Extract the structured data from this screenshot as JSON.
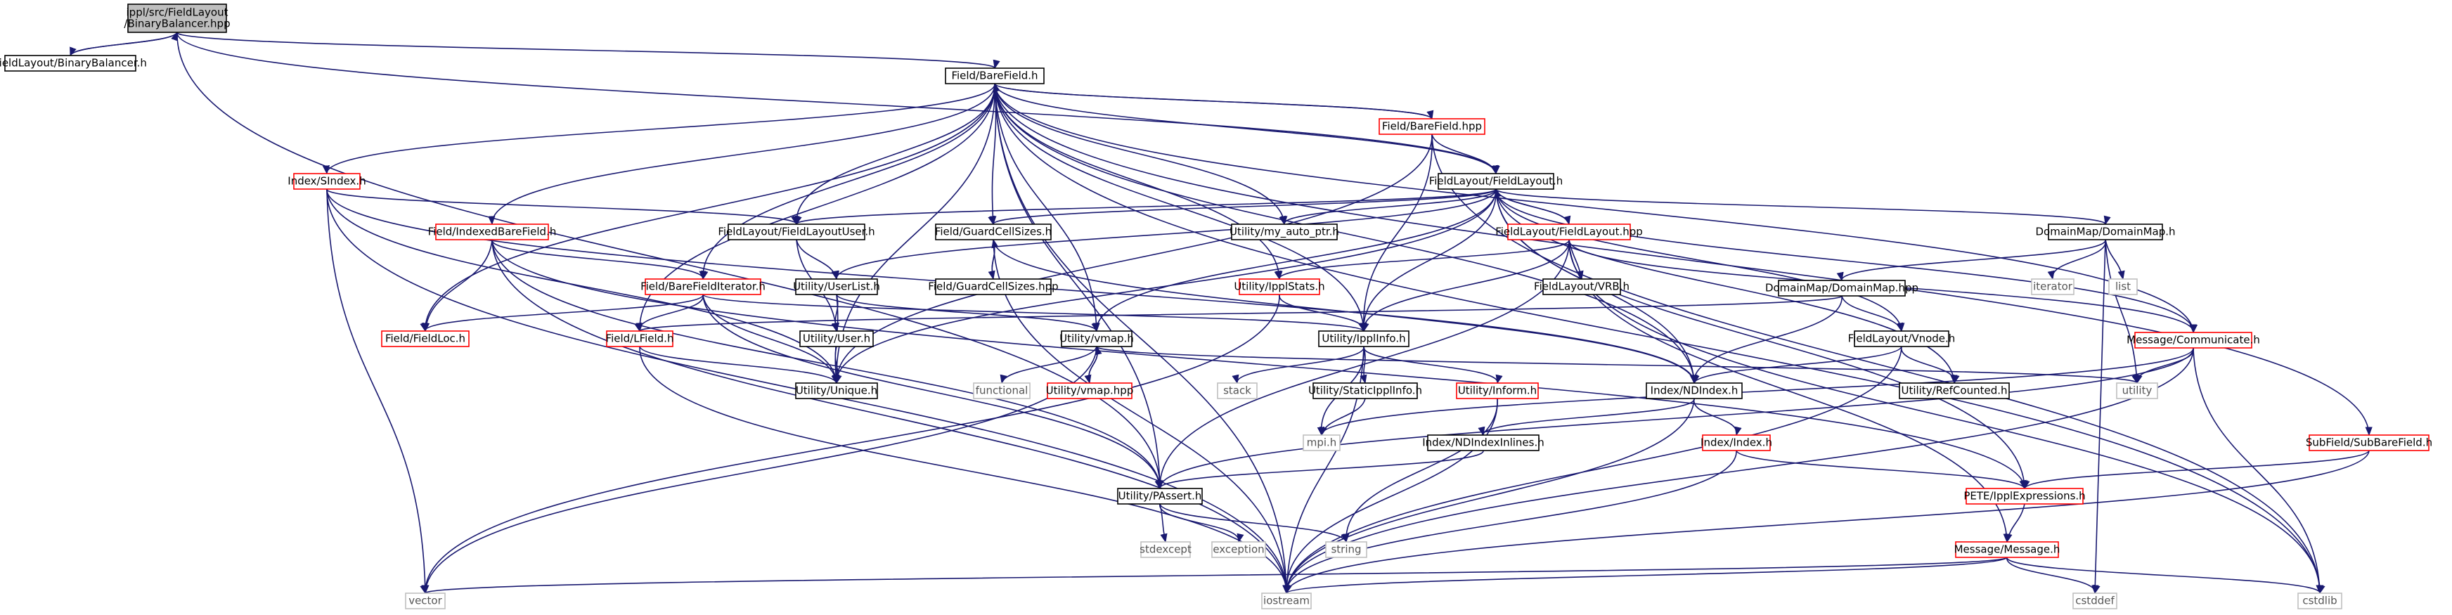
{
  "colors": {
    "edge": "#191970",
    "edge_alt": "#8b1a1a",
    "node_border": "#000000",
    "node_border_incomplete": "#ff0000",
    "node_border_external": "#bfbfbf",
    "focus_fill": "#bfbfbf",
    "text": "#000000",
    "external_text": "#555555"
  },
  "nodes": [
    {
      "id": "src",
      "label": "ippl/src/FieldLayout/BinaryBalancer.hpp",
      "kind": "focus"
    },
    {
      "id": "bbh",
      "label": "FieldLayout/BinaryBalancer.h",
      "kind": "normal"
    },
    {
      "id": "bf",
      "label": "Field/BareField.h",
      "kind": "normal"
    },
    {
      "id": "bfhpp",
      "label": "Field/BareField.hpp",
      "kind": "incomplete"
    },
    {
      "id": "flh",
      "label": "FieldLayout/FieldLayout.h",
      "kind": "normal"
    },
    {
      "id": "sindex",
      "label": "Index/SIndex.h",
      "kind": "incomplete"
    },
    {
      "id": "flu",
      "label": "FieldLayout/FieldLayoutUser.h",
      "kind": "normal"
    },
    {
      "id": "gcs",
      "label": "Field/GuardCellSizes.h",
      "kind": "normal"
    },
    {
      "id": "myauto",
      "label": "Utility/my_auto_ptr.h",
      "kind": "normal"
    },
    {
      "id": "dm",
      "label": "DomainMap/DomainMap.h",
      "kind": "normal"
    },
    {
      "id": "ibf",
      "label": "Field/IndexedBareField.h",
      "kind": "incomplete"
    },
    {
      "id": "flhpp",
      "label": "FieldLayout/FieldLayout.hpp",
      "kind": "incomplete"
    },
    {
      "id": "gcshpp",
      "label": "Field/GuardCellSizes.hpp",
      "kind": "normal"
    },
    {
      "id": "bfi",
      "label": "Field/BareFieldIterator.h",
      "kind": "incomplete"
    },
    {
      "id": "ul",
      "label": "Utility/UserList.h",
      "kind": "normal"
    },
    {
      "id": "ipplstats",
      "label": "Utility/IpplStats.h",
      "kind": "incomplete"
    },
    {
      "id": "vrb",
      "label": "FieldLayout/VRB.h",
      "kind": "normal"
    },
    {
      "id": "dmhpp",
      "label": "DomainMap/DomainMap.hpp",
      "kind": "normal"
    },
    {
      "id": "iterator",
      "label": "iterator",
      "kind": "external"
    },
    {
      "id": "list",
      "label": "list",
      "kind": "external"
    },
    {
      "id": "floc",
      "label": "Field/FieldLoc.h",
      "kind": "incomplete"
    },
    {
      "id": "lfield",
      "label": "Field/LField.h",
      "kind": "incomplete"
    },
    {
      "id": "user",
      "label": "Utility/User.h",
      "kind": "normal"
    },
    {
      "id": "vmap",
      "label": "Utility/vmap.h",
      "kind": "normal"
    },
    {
      "id": "ipplinfo",
      "label": "Utility/IpplInfo.h",
      "kind": "normal"
    },
    {
      "id": "vnode",
      "label": "FieldLayout/Vnode.h",
      "kind": "normal"
    },
    {
      "id": "comm",
      "label": "Message/Communicate.h",
      "kind": "incomplete"
    },
    {
      "id": "unique",
      "label": "Utility/Unique.h",
      "kind": "normal"
    },
    {
      "id": "functional",
      "label": "functional",
      "kind": "external"
    },
    {
      "id": "vmaphpp",
      "label": "Utility/vmap.hpp",
      "kind": "incomplete"
    },
    {
      "id": "stack",
      "label": "stack",
      "kind": "external"
    },
    {
      "id": "sii",
      "label": "Utility/StaticIpplInfo.h",
      "kind": "normal"
    },
    {
      "id": "inform",
      "label": "Utility/Inform.h",
      "kind": "incomplete"
    },
    {
      "id": "ndindex",
      "label": "Index/NDIndex.h",
      "kind": "normal"
    },
    {
      "id": "refc",
      "label": "Utility/RefCounted.h",
      "kind": "normal"
    },
    {
      "id": "utility",
      "label": "utility",
      "kind": "external"
    },
    {
      "id": "mpi",
      "label": "mpi.h",
      "kind": "external"
    },
    {
      "id": "ndinl",
      "label": "Index/NDIndexInlines.h",
      "kind": "normal"
    },
    {
      "id": "indexh",
      "label": "Index/Index.h",
      "kind": "incomplete"
    },
    {
      "id": "subf",
      "label": "SubField/SubBareField.h",
      "kind": "incomplete"
    },
    {
      "id": "passert",
      "label": "Utility/PAssert.h",
      "kind": "normal"
    },
    {
      "id": "pete",
      "label": "PETE/IpplExpressions.h",
      "kind": "incomplete"
    },
    {
      "id": "stdexcept",
      "label": "stdexcept",
      "kind": "external"
    },
    {
      "id": "exception",
      "label": "exception",
      "kind": "external"
    },
    {
      "id": "string",
      "label": "string",
      "kind": "external"
    },
    {
      "id": "msg",
      "label": "Message/Message.h",
      "kind": "incomplete"
    },
    {
      "id": "vector",
      "label": "vector",
      "kind": "external"
    },
    {
      "id": "iostream",
      "label": "iostream",
      "kind": "external"
    },
    {
      "id": "cstddef",
      "label": "cstddef",
      "kind": "external"
    },
    {
      "id": "cstdlib",
      "label": "cstdlib",
      "kind": "external"
    }
  ],
  "edges": [
    [
      "src",
      "bbh"
    ],
    [
      "bbh",
      "src"
    ],
    [
      "src",
      "bf"
    ],
    [
      "src",
      "flh"
    ],
    [
      "src",
      "passert"
    ],
    [
      "bf",
      "bfhpp"
    ],
    [
      "bf",
      "flh"
    ],
    [
      "bf",
      "sindex"
    ],
    [
      "bf",
      "flu"
    ],
    [
      "bf",
      "gcs"
    ],
    [
      "bf",
      "myauto"
    ],
    [
      "bf",
      "ibf"
    ],
    [
      "bf",
      "bfi"
    ],
    [
      "bf",
      "ipplstats"
    ],
    [
      "bf",
      "floc"
    ],
    [
      "bf",
      "lfield"
    ],
    [
      "bf",
      "vmap"
    ],
    [
      "bf",
      "ipplinfo"
    ],
    [
      "bf",
      "unique"
    ],
    [
      "bf",
      "passert"
    ],
    [
      "bf",
      "comm"
    ],
    [
      "bf",
      "subf"
    ],
    [
      "bf",
      "iostream"
    ],
    [
      "bf",
      "cstdlib"
    ],
    [
      "bf",
      "ndindex"
    ],
    [
      "bfhpp",
      "bf"
    ],
    [
      "bfhpp",
      "flh"
    ],
    [
      "bfhpp",
      "unique"
    ],
    [
      "bfhpp",
      "ipplinfo"
    ],
    [
      "bfhpp",
      "cstdlib"
    ],
    [
      "flh",
      "flu"
    ],
    [
      "flh",
      "gcs"
    ],
    [
      "flh",
      "myauto"
    ],
    [
      "flh",
      "dm"
    ],
    [
      "flh",
      "flhpp"
    ],
    [
      "flh",
      "ul"
    ],
    [
      "flh",
      "vmap"
    ],
    [
      "flh",
      "ipplinfo"
    ],
    [
      "flh",
      "vnode"
    ],
    [
      "flh",
      "ndindex"
    ],
    [
      "flh",
      "refc"
    ],
    [
      "flh",
      "pete"
    ],
    [
      "flh",
      "comm"
    ],
    [
      "flh",
      "unique"
    ],
    [
      "flhpp",
      "flh"
    ],
    [
      "flhpp",
      "vrb"
    ],
    [
      "flhpp",
      "ipplstats"
    ],
    [
      "flhpp",
      "ipplinfo"
    ],
    [
      "flhpp",
      "passert"
    ],
    [
      "flhpp",
      "msg"
    ],
    [
      "flhpp",
      "cstdlib"
    ],
    [
      "flhpp",
      "comm"
    ],
    [
      "sindex",
      "flu"
    ],
    [
      "sindex",
      "ndindex"
    ],
    [
      "sindex",
      "unique"
    ],
    [
      "sindex",
      "vector"
    ],
    [
      "sindex",
      "iostream"
    ],
    [
      "flu",
      "ul"
    ],
    [
      "flu",
      "user"
    ],
    [
      "gcs",
      "gcshpp"
    ],
    [
      "gcshpp",
      "gcs"
    ],
    [
      "gcs",
      "ndindex"
    ],
    [
      "gcs",
      "iostream"
    ],
    [
      "dm",
      "dmhpp"
    ],
    [
      "dm",
      "iterator"
    ],
    [
      "dm",
      "list"
    ],
    [
      "dm",
      "utility"
    ],
    [
      "dm",
      "cstddef"
    ],
    [
      "dmhpp",
      "lfield"
    ],
    [
      "dmhpp",
      "vnode"
    ],
    [
      "dmhpp",
      "ndindex"
    ],
    [
      "ibf",
      "bfi"
    ],
    [
      "ibf",
      "floc"
    ],
    [
      "ibf",
      "passert"
    ],
    [
      "ibf",
      "iostream"
    ],
    [
      "ibf",
      "pete"
    ],
    [
      "bfi",
      "floc"
    ],
    [
      "bfi",
      "lfield"
    ],
    [
      "bfi",
      "passert"
    ],
    [
      "bfi",
      "unique"
    ],
    [
      "bfi",
      "ipplinfo"
    ],
    [
      "ul",
      "user"
    ],
    [
      "ul",
      "unique"
    ],
    [
      "ul",
      "vmap"
    ],
    [
      "ipplstats",
      "ipplinfo"
    ],
    [
      "ipplstats",
      "vector"
    ],
    [
      "lfield",
      "iostream"
    ],
    [
      "lfield",
      "unique"
    ],
    [
      "user",
      "unique"
    ],
    [
      "vmap",
      "functional"
    ],
    [
      "vmap",
      "vmaphpp"
    ],
    [
      "vmaphpp",
      "vmap"
    ],
    [
      "vmap",
      "utility"
    ],
    [
      "vmap",
      "vector"
    ],
    [
      "ipplinfo",
      "stack"
    ],
    [
      "ipplinfo",
      "sii"
    ],
    [
      "ipplinfo",
      "inform"
    ],
    [
      "ipplinfo",
      "mpi"
    ],
    [
      "ipplinfo",
      "iostream"
    ],
    [
      "sii",
      "mpi"
    ],
    [
      "inform",
      "string"
    ],
    [
      "inform",
      "iostream"
    ],
    [
      "vnode",
      "ndindex"
    ],
    [
      "vnode",
      "refc"
    ],
    [
      "vnode",
      "iostream"
    ],
    [
      "ndindex",
      "ndinl"
    ],
    [
      "ndindex",
      "indexh"
    ],
    [
      "ndindex",
      "iostream"
    ],
    [
      "ndinl",
      "passert"
    ],
    [
      "indexh",
      "pete"
    ],
    [
      "indexh",
      "iostream"
    ],
    [
      "comm",
      "utility"
    ],
    [
      "comm",
      "mpi"
    ],
    [
      "comm",
      "iostream"
    ],
    [
      "comm",
      "cstdlib"
    ],
    [
      "comm",
      "passert"
    ],
    [
      "subf",
      "pete"
    ],
    [
      "subf",
      "iostream"
    ],
    [
      "passert",
      "stdexcept"
    ],
    [
      "passert",
      "exception"
    ],
    [
      "passert",
      "string"
    ],
    [
      "pete",
      "msg"
    ],
    [
      "msg",
      "vector"
    ],
    [
      "msg",
      "iostream"
    ],
    [
      "msg",
      "cstddef"
    ],
    [
      "msg",
      "cstdlib"
    ]
  ]
}
